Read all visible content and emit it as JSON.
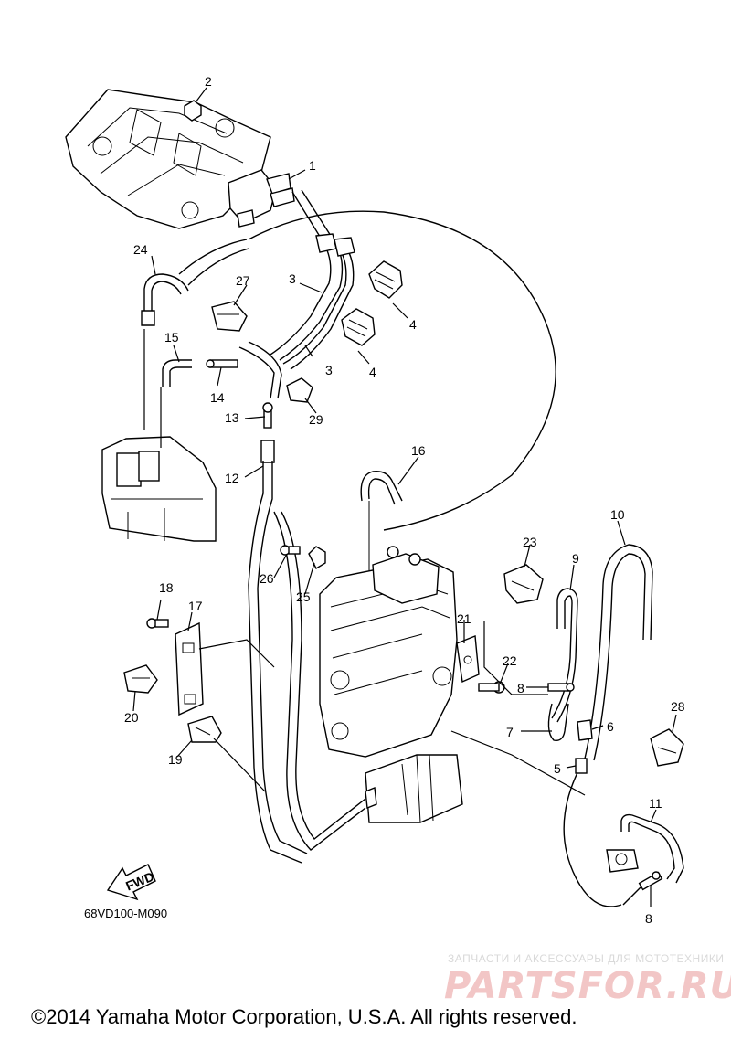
{
  "diagram": {
    "part_numbers": [
      "1",
      "2",
      "3",
      "3",
      "4",
      "4",
      "5",
      "6",
      "7",
      "8",
      "8",
      "9",
      "10",
      "11",
      "12",
      "13",
      "14",
      "15",
      "16",
      "17",
      "18",
      "19",
      "20",
      "21",
      "22",
      "23",
      "24",
      "25",
      "26",
      "27",
      "28",
      "29"
    ],
    "direction_label": "FWD",
    "diagram_code": "68VD100-M090"
  },
  "watermark": {
    "tagline": "ЗАПЧАСТИ И АКСЕССУАРЫ ДЛЯ МОТОТЕХНИКИ",
    "brand": "PARTSFOR.RU"
  },
  "footer": {
    "copyright": "©2014 Yamaha Motor Corporation, U.S.A. All rights reserved."
  }
}
